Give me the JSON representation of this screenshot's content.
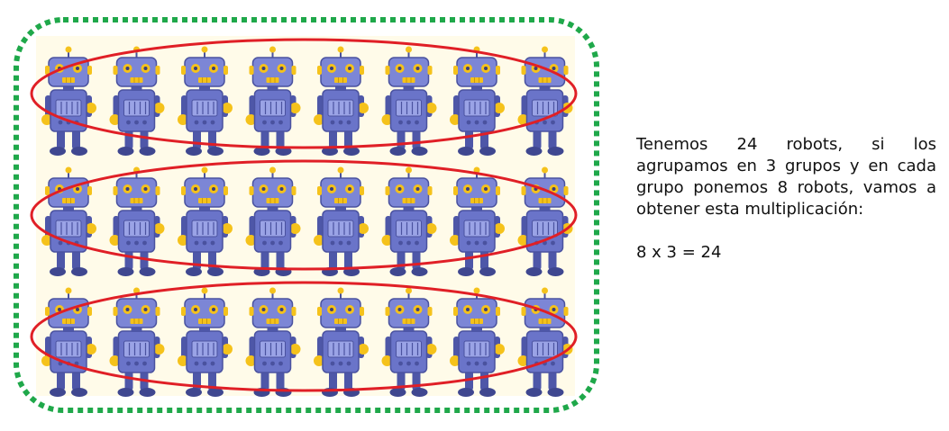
{
  "grouping": {
    "total_robots": 24,
    "groups": 3,
    "robots_per_group": 8
  },
  "colors": {
    "dashed_border": "#1fa84a",
    "background": "#fffbe9",
    "group_ellipse": "#e01f26",
    "robot_body": "#6a74c9",
    "robot_accent": "#f5c21b"
  },
  "icon": "robot-icon",
  "explanation": {
    "text": "Tenemos 24 robots, si los agrupamos en 3 grupos y en cada grupo ponemos 8 robots, vamos a obtener esta multiplicación:",
    "equation": "8 x 3 = 24"
  }
}
